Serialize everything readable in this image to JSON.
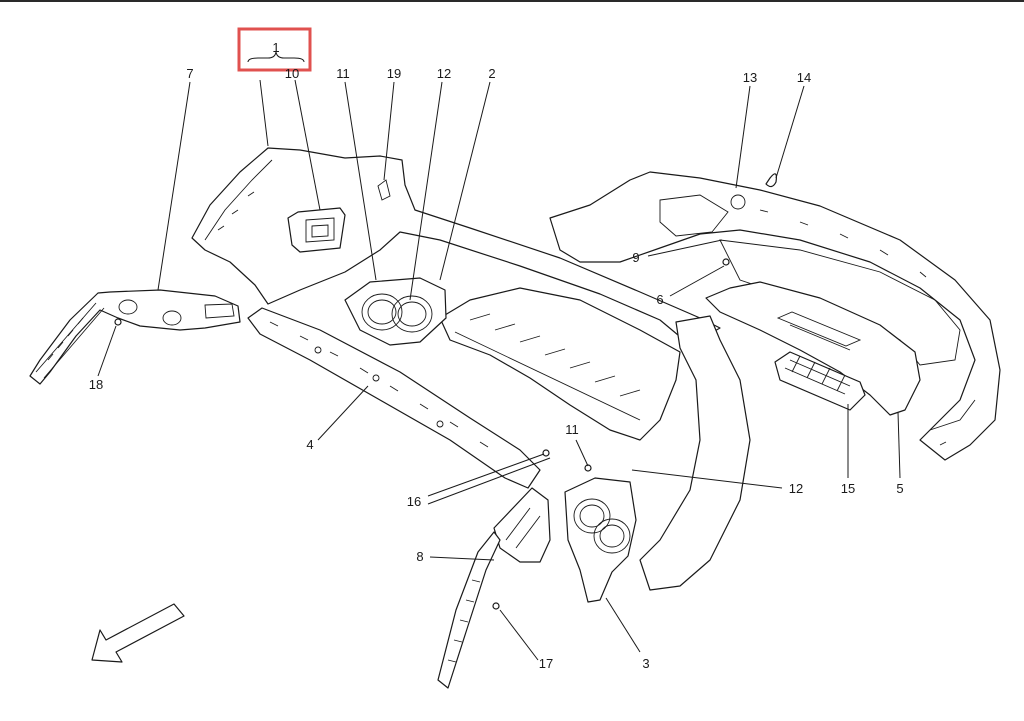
{
  "diagram": {
    "highlighted_callout": "1",
    "callouts": [
      {
        "id": "c-1",
        "label": "1"
      },
      {
        "id": "c-10",
        "label": "10"
      },
      {
        "id": "c-7",
        "label": "7"
      },
      {
        "id": "c-11a",
        "label": "11"
      },
      {
        "id": "c-19",
        "label": "19"
      },
      {
        "id": "c-12a",
        "label": "12"
      },
      {
        "id": "c-2",
        "label": "2"
      },
      {
        "id": "c-13",
        "label": "13"
      },
      {
        "id": "c-14",
        "label": "14"
      },
      {
        "id": "c-9",
        "label": "9"
      },
      {
        "id": "c-6",
        "label": "6"
      },
      {
        "id": "c-18",
        "label": "18"
      },
      {
        "id": "c-4",
        "label": "4"
      },
      {
        "id": "c-11b",
        "label": "11"
      },
      {
        "id": "c-16",
        "label": "16"
      },
      {
        "id": "c-12b",
        "label": "12"
      },
      {
        "id": "c-15",
        "label": "15"
      },
      {
        "id": "c-5",
        "label": "5"
      },
      {
        "id": "c-8",
        "label": "8"
      },
      {
        "id": "c-17",
        "label": "17"
      },
      {
        "id": "c-3",
        "label": "3"
      }
    ],
    "colors": {
      "highlight": "#e0514f",
      "line": "#1a1a1a",
      "background": "#ffffff"
    }
  }
}
